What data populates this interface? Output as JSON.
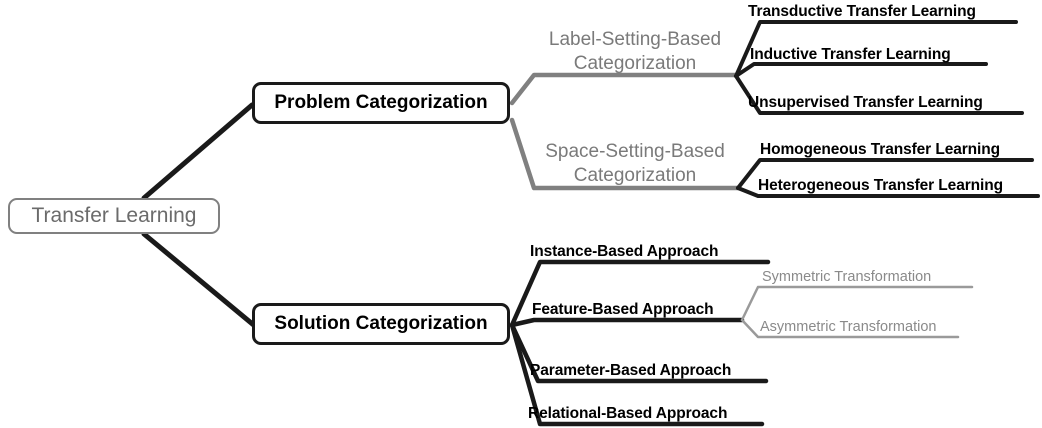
{
  "diagram": {
    "title": "Transfer Learning taxonomy mind map",
    "colors": {
      "root_stroke": "#808080",
      "root_text": "#6b6b6b",
      "branch_stroke": "#1a1a1a",
      "branch_text": "#000000",
      "gray_label": "#7a7a7a",
      "gray_leaf": "#8a8a8a",
      "black_edge": "#1a1a1a",
      "gray_edge": "#808080",
      "background": "#ffffff"
    },
    "root": {
      "label": "Transfer Learning"
    },
    "branches": [
      {
        "id": "problem",
        "label": "Problem Categorization",
        "categories": [
          {
            "id": "label-setting",
            "label_line1": "Label-Setting-Based",
            "label_line2": "Categorization",
            "leaves": [
              {
                "label": "Transductive Transfer Learning"
              },
              {
                "label": "Inductive Transfer Learning"
              },
              {
                "label": "Unsupervised Transfer Learning"
              }
            ]
          },
          {
            "id": "space-setting",
            "label_line1": "Space-Setting-Based",
            "label_line2": "Categorization",
            "leaves": [
              {
                "label": "Homogeneous Transfer Learning"
              },
              {
                "label": "Heterogeneous Transfer Learning"
              }
            ]
          }
        ]
      },
      {
        "id": "solution",
        "label": "Solution Categorization",
        "approaches": [
          {
            "id": "instance",
            "label": "Instance-Based Approach",
            "children": []
          },
          {
            "id": "feature",
            "label": "Feature-Based Approach",
            "children": [
              {
                "label": "Symmetric Transformation"
              },
              {
                "label": "Asymmetric Transformation"
              }
            ]
          },
          {
            "id": "parameter",
            "label": "Parameter-Based Approach",
            "children": []
          },
          {
            "id": "relational",
            "label": "Relational-Based Approach",
            "children": []
          }
        ]
      }
    ]
  }
}
